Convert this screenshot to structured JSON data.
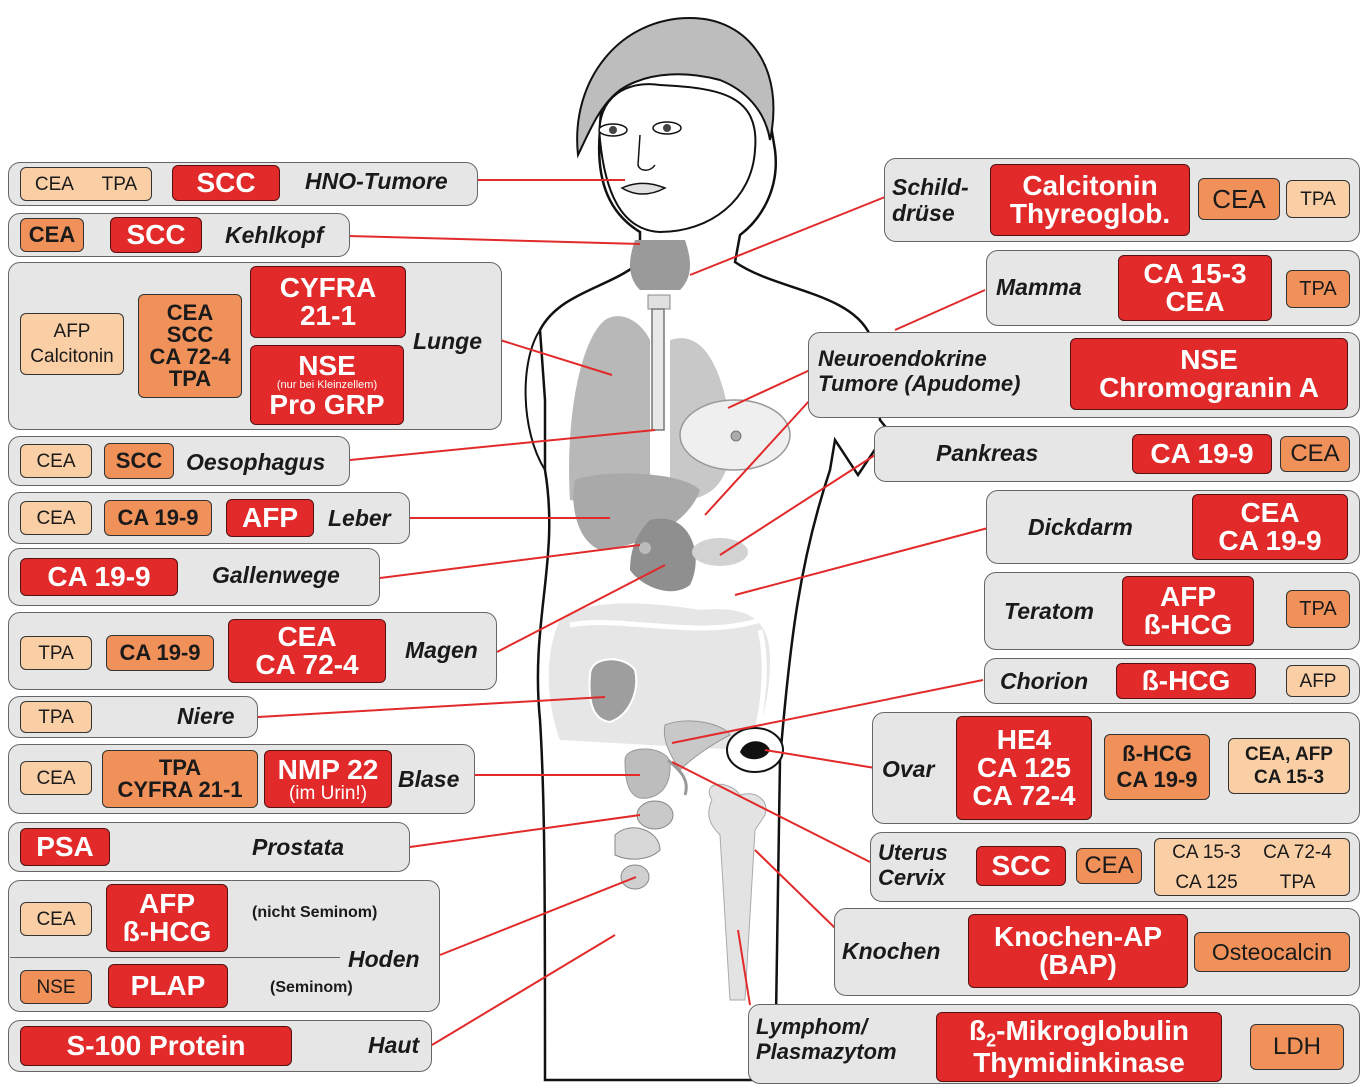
{
  "colors": {
    "primary_marker": "#e22a2a",
    "secondary_marker": "#f0915a",
    "tertiary_marker": "#fbcfa6",
    "panel": "#e6e6e6",
    "connector": "#e22a2a"
  },
  "organs": {
    "hno": {
      "label": "HNO-Tumore",
      "m1": "CEA",
      "m2": "TPA",
      "m3": "SCC"
    },
    "kehlkopf": {
      "label": "Kehlkopf",
      "m1": "CEA",
      "m2": "SCC"
    },
    "lunge": {
      "label": "Lunge",
      "m1a": "AFP",
      "m1b": "Calcitonin",
      "m2a": "CEA",
      "m2b": "SCC",
      "m2c": "CA 72-4",
      "m2d": "TPA",
      "m3a": "CYFRA",
      "m3b": "21-1",
      "m4a": "NSE",
      "m4b": "(nur bei Kleinzellem)",
      "m4c": "Pro GRP"
    },
    "oesophagus": {
      "label": "Oesophagus",
      "m1": "CEA",
      "m2": "SCC"
    },
    "leber": {
      "label": "Leber",
      "m1": "CEA",
      "m2": "CA 19-9",
      "m3": "AFP"
    },
    "gallenwege": {
      "label": "Gallenwege",
      "m1": "CA 19-9"
    },
    "magen": {
      "label": "Magen",
      "m1": "TPA",
      "m2": "CA 19-9",
      "m3a": "CEA",
      "m3b": "CA 72-4"
    },
    "niere": {
      "label": "Niere",
      "m1": "TPA"
    },
    "blase": {
      "label": "Blase",
      "m1": "CEA",
      "m2a": "TPA",
      "m2b": "CYFRA 21-1",
      "m3a": "NMP 22",
      "m3b": "(im Urin!)"
    },
    "prostata": {
      "label": "Prostata",
      "m1": "PSA"
    },
    "hoden": {
      "label": "Hoden",
      "m1": "CEA",
      "m2a": "AFP",
      "m2b": "ß-HCG",
      "note1": "(nicht Seminom)",
      "m3": "NSE",
      "m4": "PLAP",
      "note2": "(Seminom)"
    },
    "haut": {
      "label": "Haut",
      "m1": "S-100 Protein"
    },
    "schilddruese": {
      "label_a": "Schild-",
      "label_b": "drüse",
      "m1a": "Calcitonin",
      "m1b": "Thyreoglob.",
      "m2": "CEA",
      "m3": "TPA"
    },
    "mamma": {
      "label": "Mamma",
      "m1a": "CA 15-3",
      "m1b": "CEA",
      "m2": "TPA"
    },
    "neuro": {
      "label_a": "Neuroendokrine",
      "label_b": "Tumore (Apudome)",
      "m1a": "NSE",
      "m1b": "Chromogranin A"
    },
    "pankreas": {
      "label": "Pankreas",
      "m1": "CA 19-9",
      "m2": "CEA"
    },
    "dickdarm": {
      "label": "Dickdarm",
      "m1a": "CEA",
      "m1b": "CA 19-9"
    },
    "teratom": {
      "label": "Teratom",
      "m1a": "AFP",
      "m1b": "ß-HCG",
      "m2": "TPA"
    },
    "chorion": {
      "label": "Chorion",
      "m1": "ß-HCG",
      "m2": "AFP"
    },
    "ovar": {
      "label": "Ovar",
      "m1a": "HE4",
      "m1b": "CA 125",
      "m1c": "CA 72-4",
      "m2a": "ß-HCG",
      "m2b": "CA 19-9",
      "m3a": "CEA, AFP",
      "m3b": "CA 15-3"
    },
    "uterus": {
      "label_a": "Uterus",
      "label_b": "Cervix",
      "m1": "SCC",
      "m2": "CEA",
      "m3a": "CA 15-3",
      "m3b": "CA 72-4",
      "m3c": "CA 125",
      "m3d": "TPA"
    },
    "knochen": {
      "label": "Knochen",
      "m1a": "Knochen-AP",
      "m1b": "(BAP)",
      "m2": "Osteocalcin"
    },
    "lymphom": {
      "label_a": "Lymphom/",
      "label_b": "Plasmazytom",
      "m1a_pre": "ß",
      "m1a_sub": "2",
      "m1a_post": "-Mikroglobulin",
      "m1b": "Thymidinkinase",
      "m2": "LDH"
    }
  }
}
